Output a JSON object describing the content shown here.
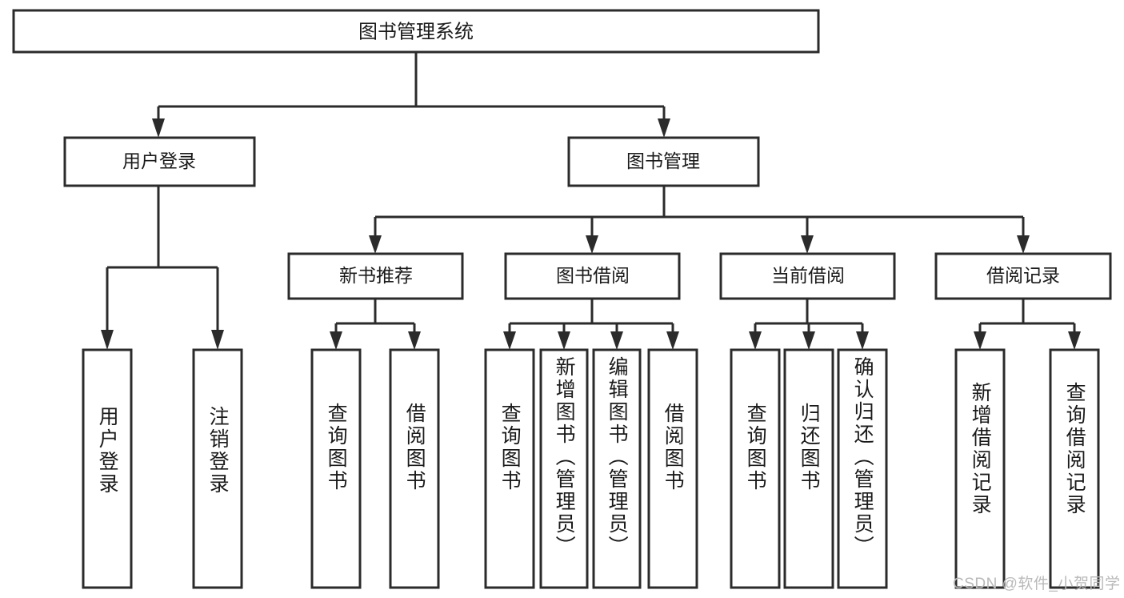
{
  "diagram": {
    "type": "tree-hierarchy-chart",
    "root": {
      "id": "root",
      "label": "图书管理系统"
    },
    "level2": [
      {
        "id": "user-login",
        "label": "用户登录"
      },
      {
        "id": "book-management",
        "label": "图书管理"
      }
    ],
    "level3": [
      {
        "id": "new-book-recommend",
        "label": "新书推荐"
      },
      {
        "id": "book-borrow",
        "label": "图书借阅"
      },
      {
        "id": "current-borrow",
        "label": "当前借阅"
      },
      {
        "id": "borrow-record",
        "label": "借阅记录"
      }
    ],
    "leaves": {
      "user_login": [
        {
          "id": "leaf-user-login",
          "label": "用户登录"
        },
        {
          "id": "leaf-logout-login",
          "label": "注销登录"
        }
      ],
      "new_book_recommend": [
        {
          "id": "leaf-query-book-1",
          "label": "查询图书"
        },
        {
          "id": "leaf-borrow-book-1",
          "label": "借阅图书"
        }
      ],
      "book_borrow": [
        {
          "id": "leaf-query-book-2",
          "label": "查询图书"
        },
        {
          "id": "leaf-add-book",
          "label": "新增图书（管理员）"
        },
        {
          "id": "leaf-edit-book",
          "label": "编辑图书（管理员）"
        },
        {
          "id": "leaf-borrow-book-2",
          "label": "借阅图书"
        }
      ],
      "current_borrow": [
        {
          "id": "leaf-query-book-3",
          "label": "查询图书"
        },
        {
          "id": "leaf-return-book",
          "label": "归还图书"
        },
        {
          "id": "leaf-confirm-return",
          "label": "确认归还（管理员）"
        }
      ],
      "borrow_record": [
        {
          "id": "leaf-add-record",
          "label": "新增借阅记录"
        },
        {
          "id": "leaf-query-record",
          "label": "查询借阅记录"
        }
      ]
    }
  },
  "watermark": {
    "text": "CSDN @软件_小贺同学"
  },
  "colors": {
    "stroke": "#2b2b2b",
    "box_fill": "#ffffff",
    "text": "#1a1a1a",
    "background": "#ffffff",
    "watermark": "#b9b9b9"
  }
}
